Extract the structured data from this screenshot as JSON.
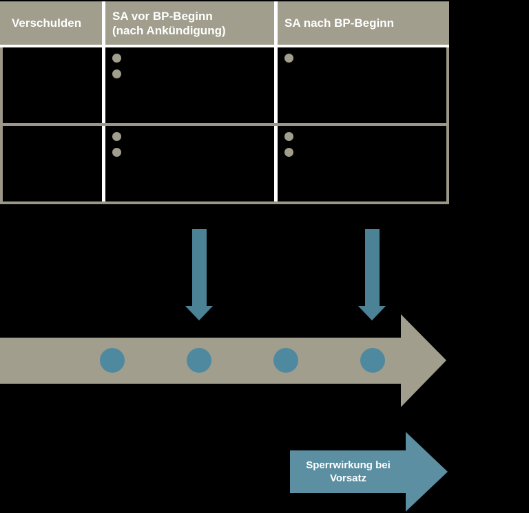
{
  "colors": {
    "olive": "#A19E8E",
    "olive_border": "#9B9889",
    "white_line": "#FFFFFF",
    "teal_arrow": "#4C8296",
    "teal_dot": "#4F89A0",
    "teal_callout": "#5B8FA1",
    "text": "#FFFFFF",
    "background": "#000000"
  },
  "table": {
    "headers": [
      {
        "label": "Verschulden"
      },
      {
        "label": "SA vor BP-Beginn\n(nach Ankündigung)"
      },
      {
        "label": "SA nach BP-Beginn"
      }
    ],
    "rows": [
      {
        "cells": [
          {
            "bullets": 0
          },
          {
            "bullets": 2
          },
          {
            "bullets": 1
          }
        ]
      },
      {
        "cells": [
          {
            "bullets": 0
          },
          {
            "bullets": 2
          },
          {
            "bullets": 2
          }
        ]
      }
    ]
  },
  "down_arrows": {
    "count": 2
  },
  "timeline": {
    "dot_count": 4,
    "direction": "right"
  },
  "callout": {
    "label": "Sperrwirkung bei\nVorsatz",
    "direction": "right"
  }
}
